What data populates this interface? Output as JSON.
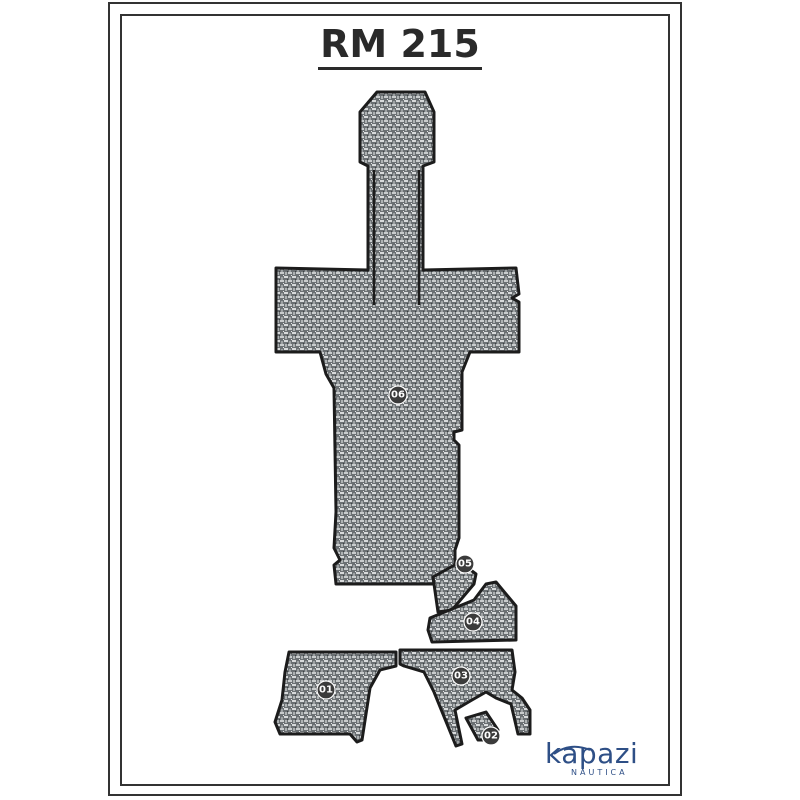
{
  "title": "RM 215",
  "pieces": [
    {
      "id": "piece-01",
      "label": "01"
    },
    {
      "id": "piece-02",
      "label": "02"
    },
    {
      "id": "piece-03",
      "label": "03"
    },
    {
      "id": "piece-04",
      "label": "04"
    },
    {
      "id": "piece-05",
      "label": "05"
    },
    {
      "id": "piece-06",
      "label": "06"
    }
  ],
  "brand": {
    "name": "kapazi",
    "subtitle": "NÁUTICA",
    "color": "#2e4f86"
  },
  "colors": {
    "mat_base": "#6b7073",
    "outline": "#1c1c1c",
    "marker": "#3b3b3b",
    "frame": "#333333"
  }
}
